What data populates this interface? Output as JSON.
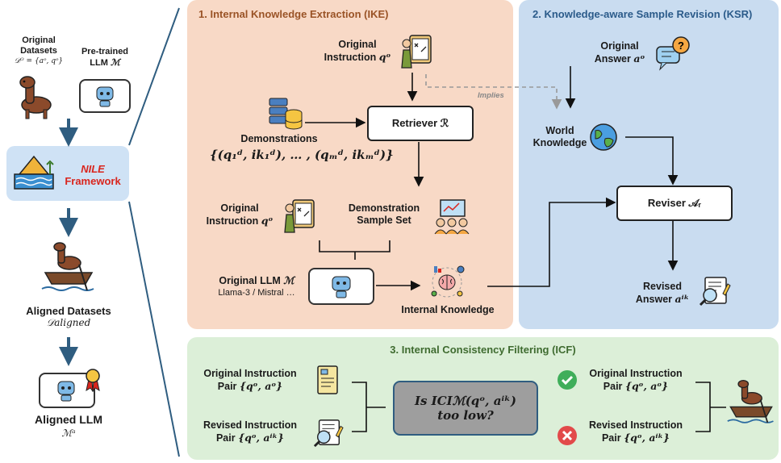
{
  "colors": {
    "ike_bg": "#f8d9c6",
    "ksr_bg": "#c9dcf0",
    "icf_bg": "#dcefd8",
    "nile_bg": "#cfe2f5",
    "ike_title": "#9a5326",
    "ksr_title": "#2b5b8a",
    "icf_title": "#3f6b30",
    "nile_red": "#d9251d",
    "dark_arrow": "#2f5d80"
  },
  "left": {
    "orig_datasets": [
      "Original",
      "Datasets"
    ],
    "orig_datasets_math": "𝒟ᴼ = {aᵒ, qᵒ}",
    "pretrained": [
      "Pre-trained",
      "LLM"
    ],
    "pretrained_math": "ℳ",
    "nile_name": "NILE",
    "nile_framework": "Framework",
    "aligned_datasets": "Aligned Datasets",
    "aligned_datasets_math": "𝒟aligned",
    "aligned_llm": "Aligned LLM",
    "aligned_llm_math": "ℳᵃ"
  },
  "ike": {
    "title": "1. Internal Knowledge Extraction (IKE)",
    "orig_instruction_top": [
      "Original",
      "Instruction"
    ],
    "q_o": "qᵒ",
    "retriever": "Retriever ℛ",
    "demonstrations": "Demonstrations",
    "demo_math": "{(q₁ᵈ, ik₁ᵈ), … , (qₘᵈ, ikₘᵈ)}",
    "orig_instruction_mid": [
      "Original",
      "Instruction"
    ],
    "demo_sample_set": [
      "Demonstration",
      "Sample Set"
    ],
    "orig_llm": "Original LLM",
    "orig_llm_math": "ℳ",
    "llm_names": "Llama-3 / Mistral …",
    "internal_knowledge": "Internal Knowledge",
    "implies": "Implies"
  },
  "ksr": {
    "title": "2. Knowledge-aware Sample Revision (KSR)",
    "orig_answer": [
      "Original",
      "Answer"
    ],
    "a_o": "aᵒ",
    "world_knowledge": [
      "World",
      "Knowledge"
    ],
    "reviser": "Reviser 𝒜ᵣ",
    "revised_answer": [
      "Revised",
      "Answer"
    ],
    "a_ik": "aⁱᵏ"
  },
  "icf": {
    "title": "3. Internal Consistency Filtering (ICF)",
    "left_orig_pair": [
      "Original Instruction",
      "Pair"
    ],
    "left_orig_pair_math": "{qᵒ, aᵒ}",
    "left_rev_pair": [
      "Revised Instruction",
      "Pair"
    ],
    "left_rev_pair_math": "{qᵒ, aⁱᵏ}",
    "question": [
      "Is ICIℳ(qᵒ, aⁱᵏ)",
      "too low?"
    ],
    "right_orig_pair": [
      "Original Instruction",
      "Pair"
    ],
    "right_orig_pair_math": "{qᵒ, aᵒ}",
    "right_rev_pair": [
      "Revised Instruction",
      "Pair"
    ],
    "right_rev_pair_math": "{qᵒ, aⁱᵏ}"
  },
  "icons": [
    "llama-icon",
    "robot-icon",
    "pyramid-icon",
    "llama-boat-icon",
    "medal-icon",
    "clipboard-icon",
    "database-icon",
    "presentation-icon",
    "brain-icon",
    "question-bubble-icon",
    "globe-icon",
    "magnifier-doc-icon",
    "document-icon",
    "check-icon",
    "cross-icon"
  ]
}
